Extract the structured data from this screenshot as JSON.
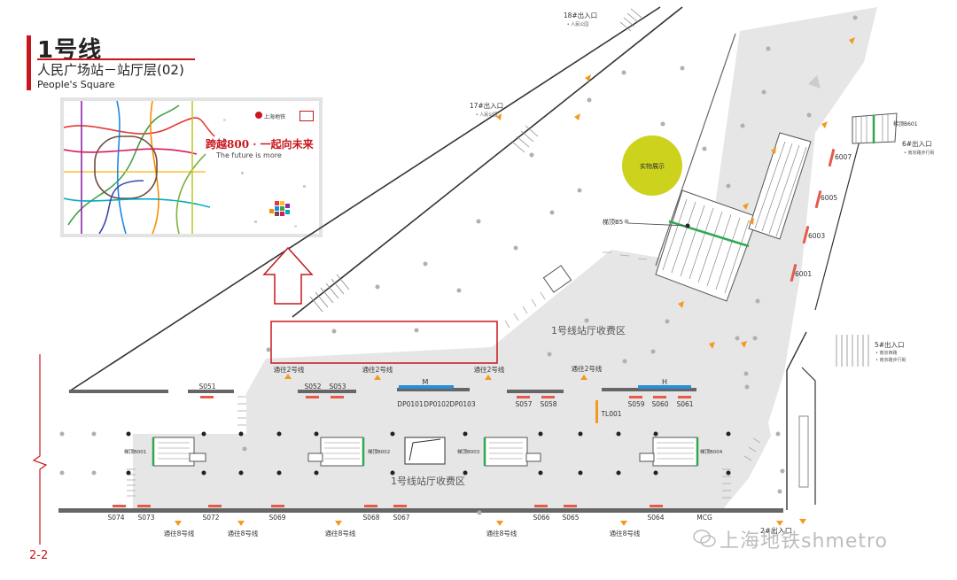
{
  "header": {
    "line_title": "1号线",
    "station_title": "人民广场站－站厅层(02)",
    "station_en": "People's Square",
    "page_number": "2-2"
  },
  "ad": {
    "logo_text": "上海地铁",
    "slogan": "跨越800 · 一起向未来",
    "slogan_en": "The future is more"
  },
  "areas": {
    "paid_upper": "1号线站厅收费区",
    "paid_lower": "1号线站厅收费区",
    "exhibit": "实物展示"
  },
  "exits": [
    {
      "label": "18#出入口",
      "sub": "• 人民公园"
    },
    {
      "label": "17#出入口",
      "sub": "• 人民公园"
    },
    {
      "label": "6#出入口",
      "sub": "• 南京路步行街"
    },
    {
      "label": "5#出入口",
      "sub1": "• 南京西路",
      "sub2": "• 南京路步行街"
    },
    {
      "label": "2#出入口",
      "sub": ""
    }
  ],
  "transfers": {
    "to_line2": "通往2号线",
    "to_line8": "通往8号线"
  },
  "elevators": {
    "b601": "梯顶B601",
    "b5": "梯顶B5",
    "b001": "梯顶B001",
    "b002": "梯顶B002",
    "b003": "梯顶B003",
    "b004": "梯顶B004"
  },
  "upper_codes": [
    "S051",
    "S052",
    "S053",
    "S057",
    "S058",
    "S059",
    "S060",
    "S061"
  ],
  "gate_codes": [
    "DP0101",
    "DP0102",
    "DP0103"
  ],
  "gate_letters": {
    "m": "M",
    "h": "H"
  },
  "tl_code": "TL001",
  "lower_codes": [
    "S074",
    "S073",
    "S072",
    "S069",
    "S068",
    "S067",
    "S066",
    "S065",
    "S064",
    "MCG"
  ],
  "right_codes": [
    "6007",
    "6005",
    "6003",
    "6001"
  ],
  "watermark": "上海地铁shmetro",
  "colors": {
    "accent_red": "#c8161d",
    "exhibit_yellow": "#cdd21c",
    "arrow_orange": "#f39a1e",
    "gate_blue": "#2b8fd8",
    "stair_green": "#2fa84f",
    "floor_gray": "#e6e6e6",
    "wall_dark": "#444444"
  }
}
